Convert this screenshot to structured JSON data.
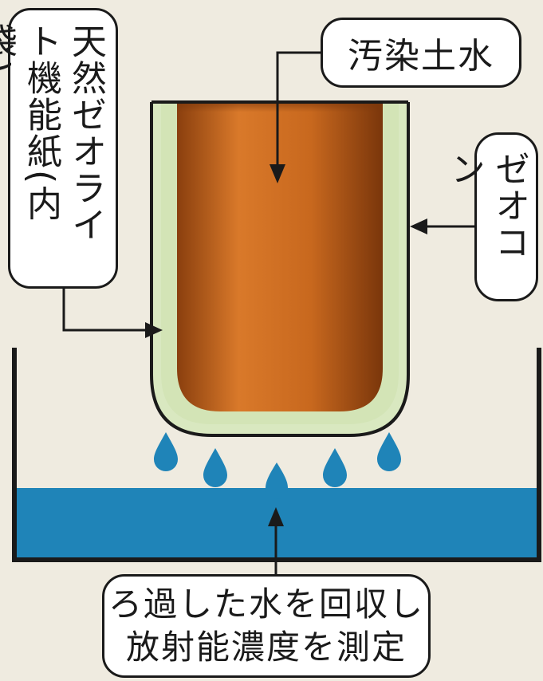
{
  "labels": {
    "inner_bag": "天然ゼオライト機能紙(内袋)",
    "zeocon": "ゼオコン",
    "contaminated_water": "汚染土水",
    "filtered_water_line1": "ろ過した水を回収し",
    "filtered_water_line2": "放射能濃度を測定"
  },
  "colors": {
    "background": "#efebe0",
    "water": "#1f84b8",
    "soil_water": "#c0641c",
    "inner_bag": "#d9e8c0",
    "outline": "#1a1a1a"
  }
}
